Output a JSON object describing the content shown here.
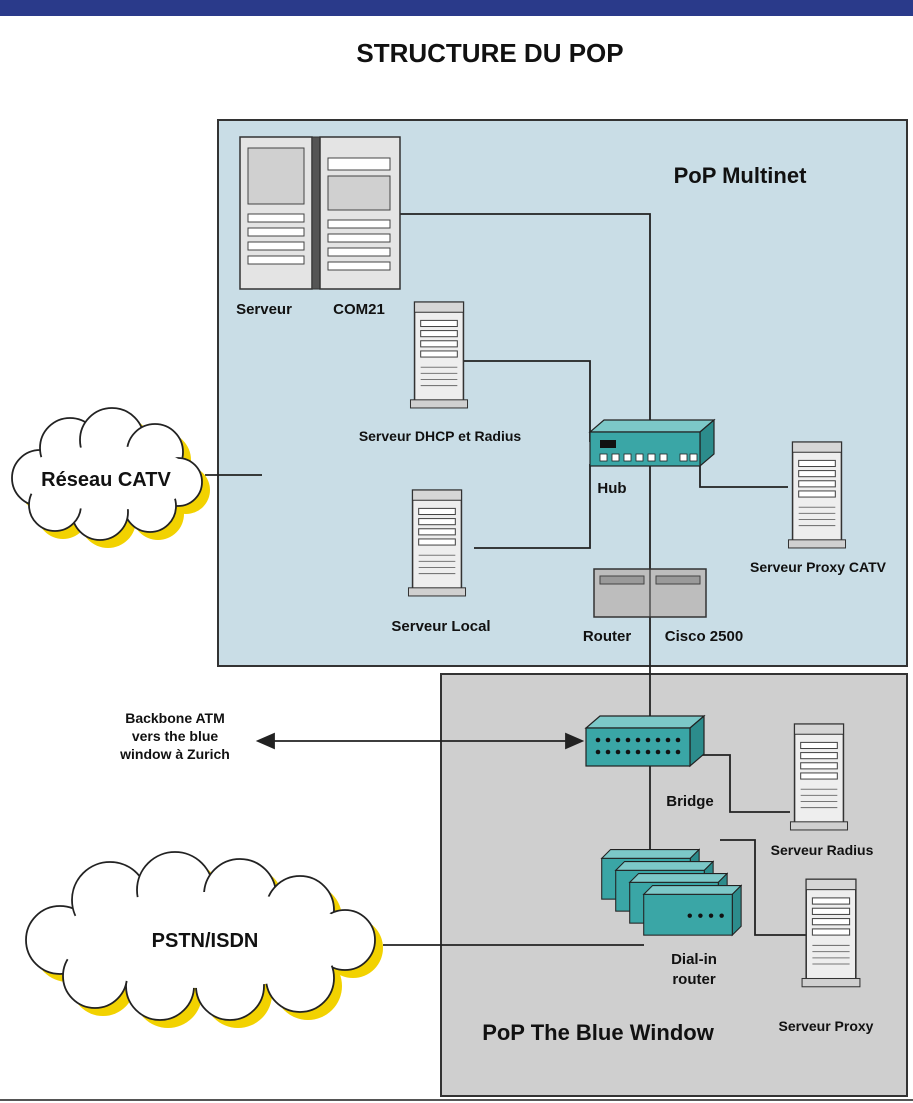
{
  "title": "STRUCTURE DU POP",
  "zones": {
    "multinet": "PoP Multinet",
    "bluewindow": "PoP The Blue Window"
  },
  "clouds": {
    "catv": "Réseau CATV",
    "pstn": "PSTN/ISDN"
  },
  "nodes": {
    "serveur_label": "Serveur",
    "com21_label": "COM21",
    "dhcp": "Serveur DHCP et Radius",
    "local": "Serveur Local",
    "hub": "Hub",
    "proxy_catv": "Serveur Proxy CATV",
    "router_label": "Router",
    "cisco_label": "Cisco 2500",
    "bridge": "Bridge",
    "radius": "Serveur Radius",
    "dialin_line1": "Dial-in",
    "dialin_line2": "router",
    "proxy": "Serveur Proxy"
  },
  "backbone": {
    "line1": "Backbone ATM",
    "line2": "vers the blue",
    "line3": "window à Zurich"
  },
  "colors": {
    "top_bar": "#2a3a8a",
    "multinet_fill": "#c9dde6",
    "bluewindow_fill": "#cfcfcf",
    "cloud_shadow": "#f2d200",
    "device_teal": "#3aa6a6"
  }
}
